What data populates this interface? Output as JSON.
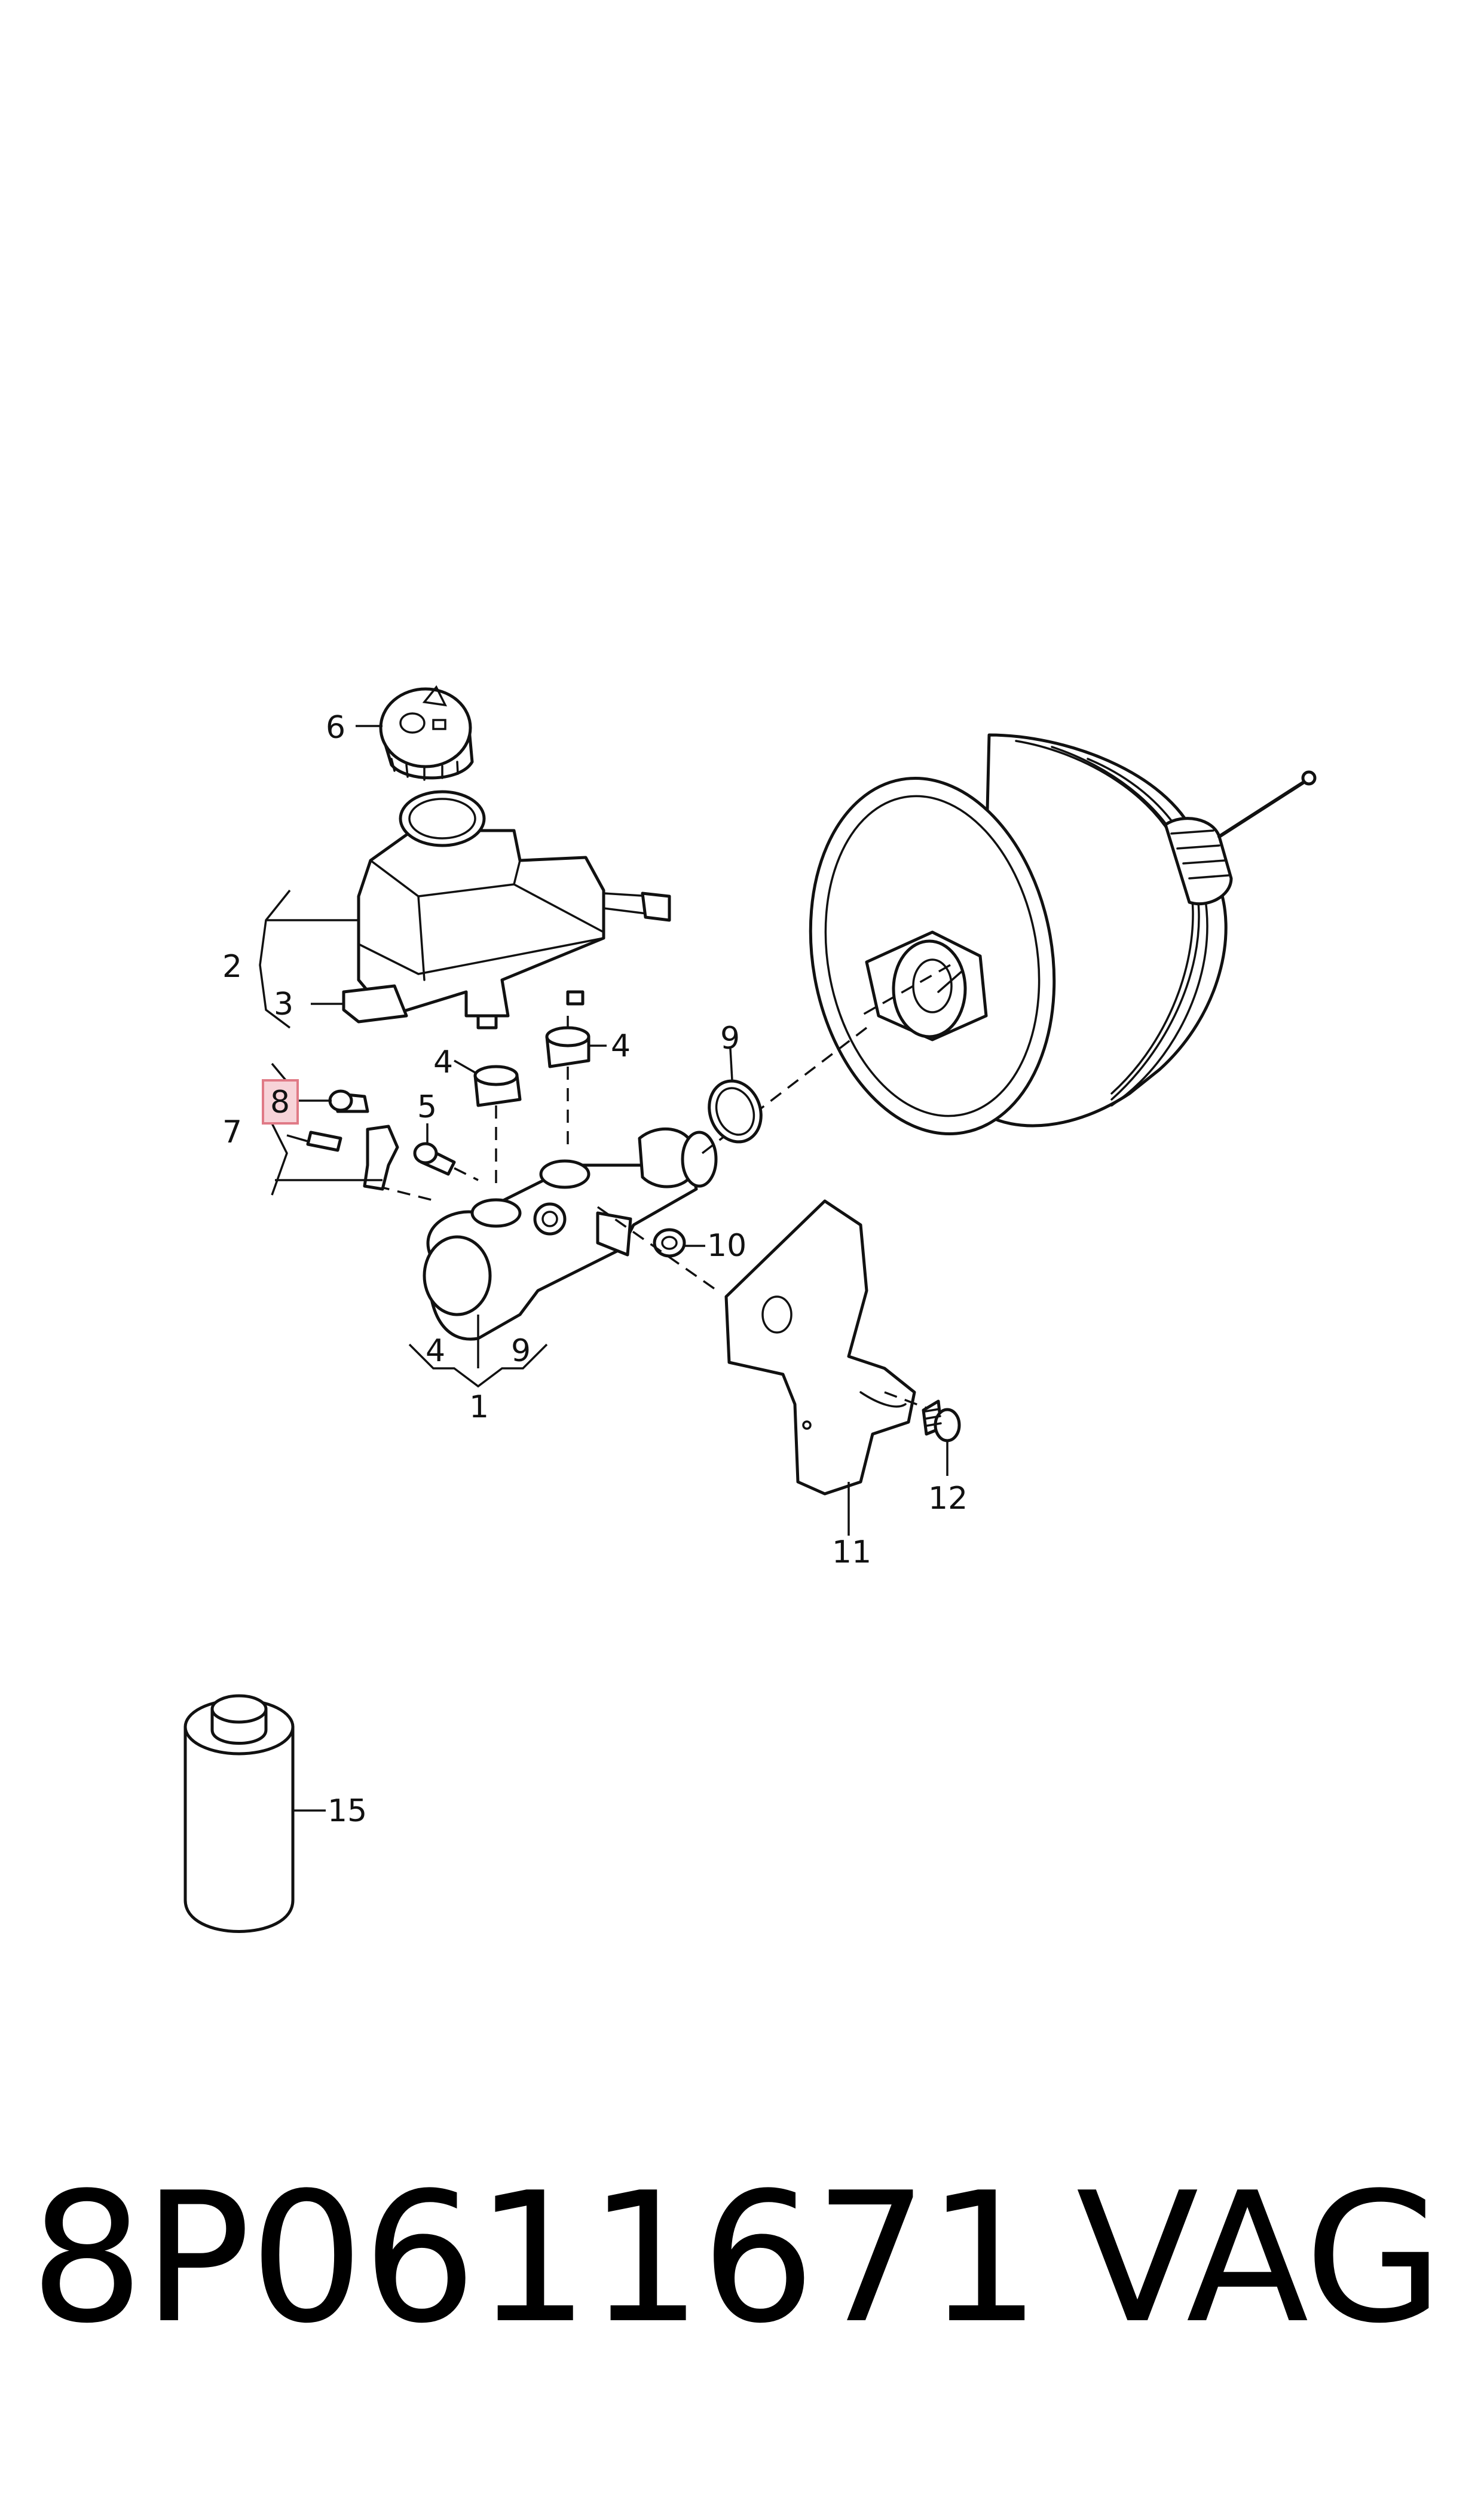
{
  "callouts": {
    "c1": "1",
    "c2": "2",
    "c3": "3",
    "c4a": "4",
    "c4b": "4",
    "c4c": "4",
    "c5": "5",
    "c6": "6",
    "c7": "7",
    "c8": "8",
    "c9a": "9",
    "c9b": "9",
    "c10": "10",
    "c11": "11",
    "c12": "12",
    "c15": "15"
  },
  "highlighted_callout": "8",
  "caption": {
    "part_number": "8P0611671",
    "brand": "VAG"
  },
  "colors": {
    "highlight_fill": "#f7d3d8",
    "highlight_stroke": "#e07a86",
    "ink": "#111111"
  }
}
